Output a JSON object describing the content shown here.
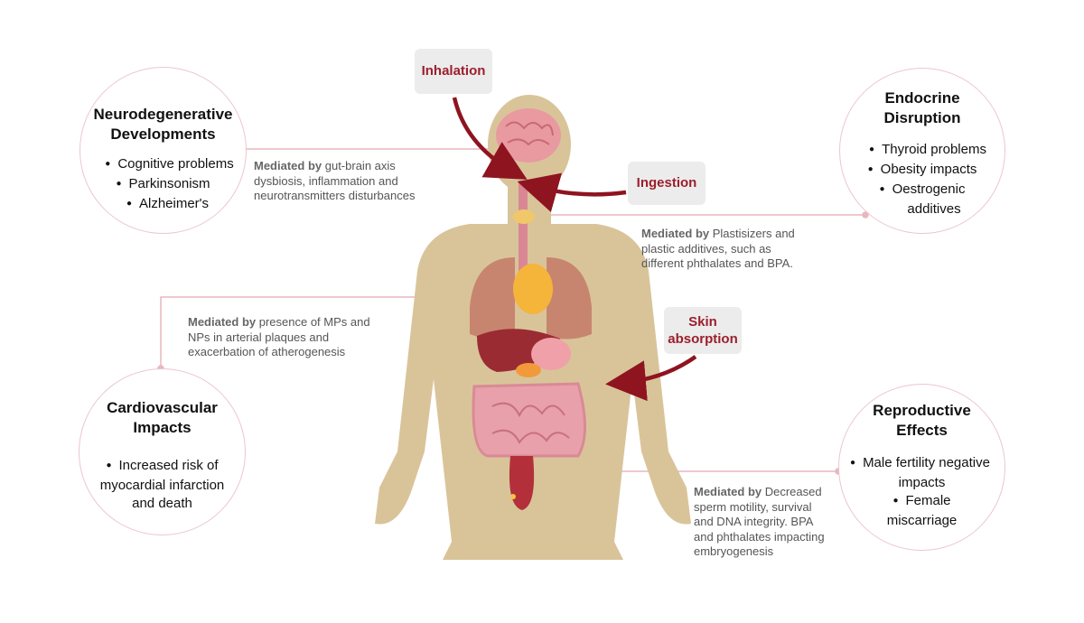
{
  "routes": {
    "inhalation": "Inhalation",
    "ingestion": "Ingestion",
    "skin_line1": "Skin",
    "skin_line2": "absorption"
  },
  "neuro": {
    "title_line1": "Neurodegenerative",
    "title_line2": "Developments",
    "items": [
      "Cognitive problems",
      "Parkinsonism",
      "Alzheimer's"
    ],
    "mediated_prefix": "Mediated by",
    "mediated_lines": [
      " gut-brain axis",
      "dysbiosis, inflammation and",
      "neurotransmitters disturbances"
    ]
  },
  "endocrine": {
    "title_line1": "Endocrine",
    "title_line2": "Disruption",
    "items": [
      "Thyroid problems",
      "Obesity impacts",
      "Oestrogenic"
    ],
    "item_continuation": "additives",
    "mediated_prefix": "Mediated by",
    "mediated_lines": [
      " Plastisizers and",
      "plastic additives, such as",
      "different phthalates and BPA."
    ]
  },
  "cardio": {
    "title_line1": "Cardiovascular",
    "title_line2": "Impacts",
    "item": "Increased risk of",
    "item_continuation": [
      "myocardial infarction",
      "and death"
    ],
    "mediated_prefix": "Mediated by",
    "mediated_lines": [
      " presence of MPs and",
      "NPs in arterial plaques and",
      "exacerbation of atherogenesis"
    ]
  },
  "repro": {
    "title_line1": "Reproductive",
    "title_line2": "Effects",
    "item1": "Male fertility negative",
    "item1_continuation": "impacts",
    "item2": "Female",
    "item2_continuation": "miscarriage",
    "mediated_prefix": "Mediated by",
    "mediated_lines": [
      " Decreased",
      "sperm motility,  survival",
      "and DNA integrity. BPA",
      "and phthalates impacting",
      "embryogenesis"
    ]
  },
  "colors": {
    "route_text": "#9c1f2c",
    "arrow": "#8e1420",
    "connector": "#e7b7bf",
    "body": "#d9c49a"
  }
}
